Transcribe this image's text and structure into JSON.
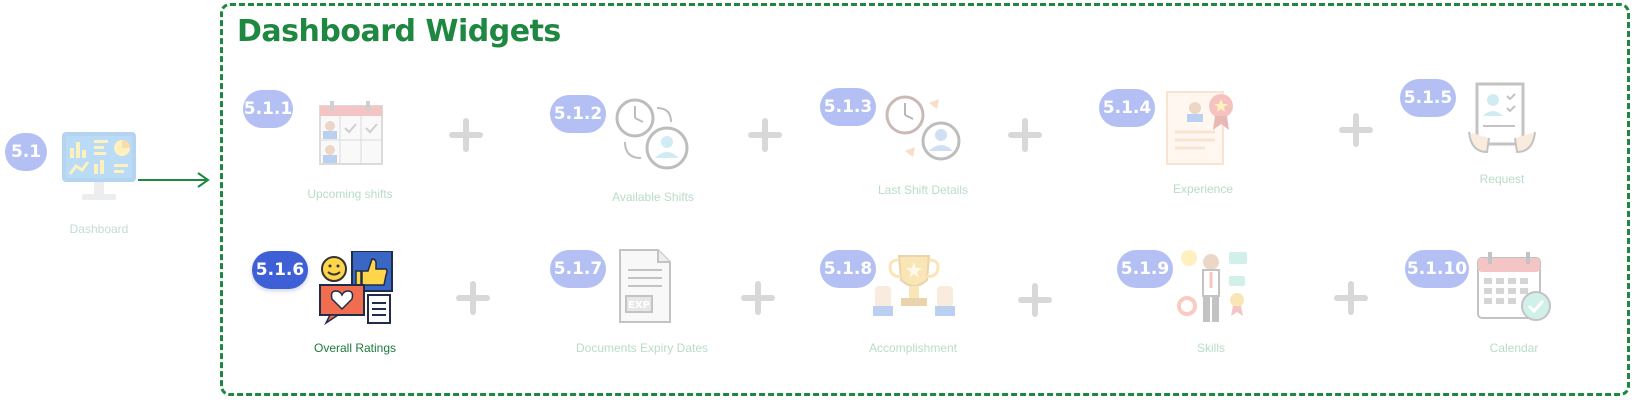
{
  "root": {
    "badge": "5.1",
    "label": "Dashboard"
  },
  "panel": {
    "title": "Dashboard Widgets"
  },
  "widgets": [
    {
      "badge": "5.1.1",
      "label": "Upcoming shifts",
      "icon": "calendar-people-icon"
    },
    {
      "badge": "5.1.2",
      "label": "Available Shifts",
      "icon": "clock-person-cycle-icon"
    },
    {
      "badge": "5.1.3",
      "label": "Last Shift Details",
      "icon": "clock-history-person-icon"
    },
    {
      "badge": "5.1.4",
      "label": "Experience",
      "icon": "certificate-icon"
    },
    {
      "badge": "5.1.5",
      "label": "Request",
      "icon": "request-document-icon"
    },
    {
      "badge": "5.1.6",
      "label": "Overall Ratings",
      "icon": "ratings-feedback-icon",
      "active": true
    },
    {
      "badge": "5.1.7",
      "label": "Documents Expiry Dates",
      "icon": "exp-document-icon"
    },
    {
      "badge": "5.1.8",
      "label": "Accomplishment",
      "icon": "trophy-icon"
    },
    {
      "badge": "5.1.9",
      "label": "Skills",
      "icon": "skills-person-icon"
    },
    {
      "badge": "5.1.10",
      "label": "Calendar",
      "icon": "calendar-check-icon"
    }
  ],
  "colors": {
    "frame": "#1e8740",
    "badge_active": "#3f5fd7",
    "badge_inactive": "#b4c0f4",
    "label_active": "#1f7a3c"
  }
}
